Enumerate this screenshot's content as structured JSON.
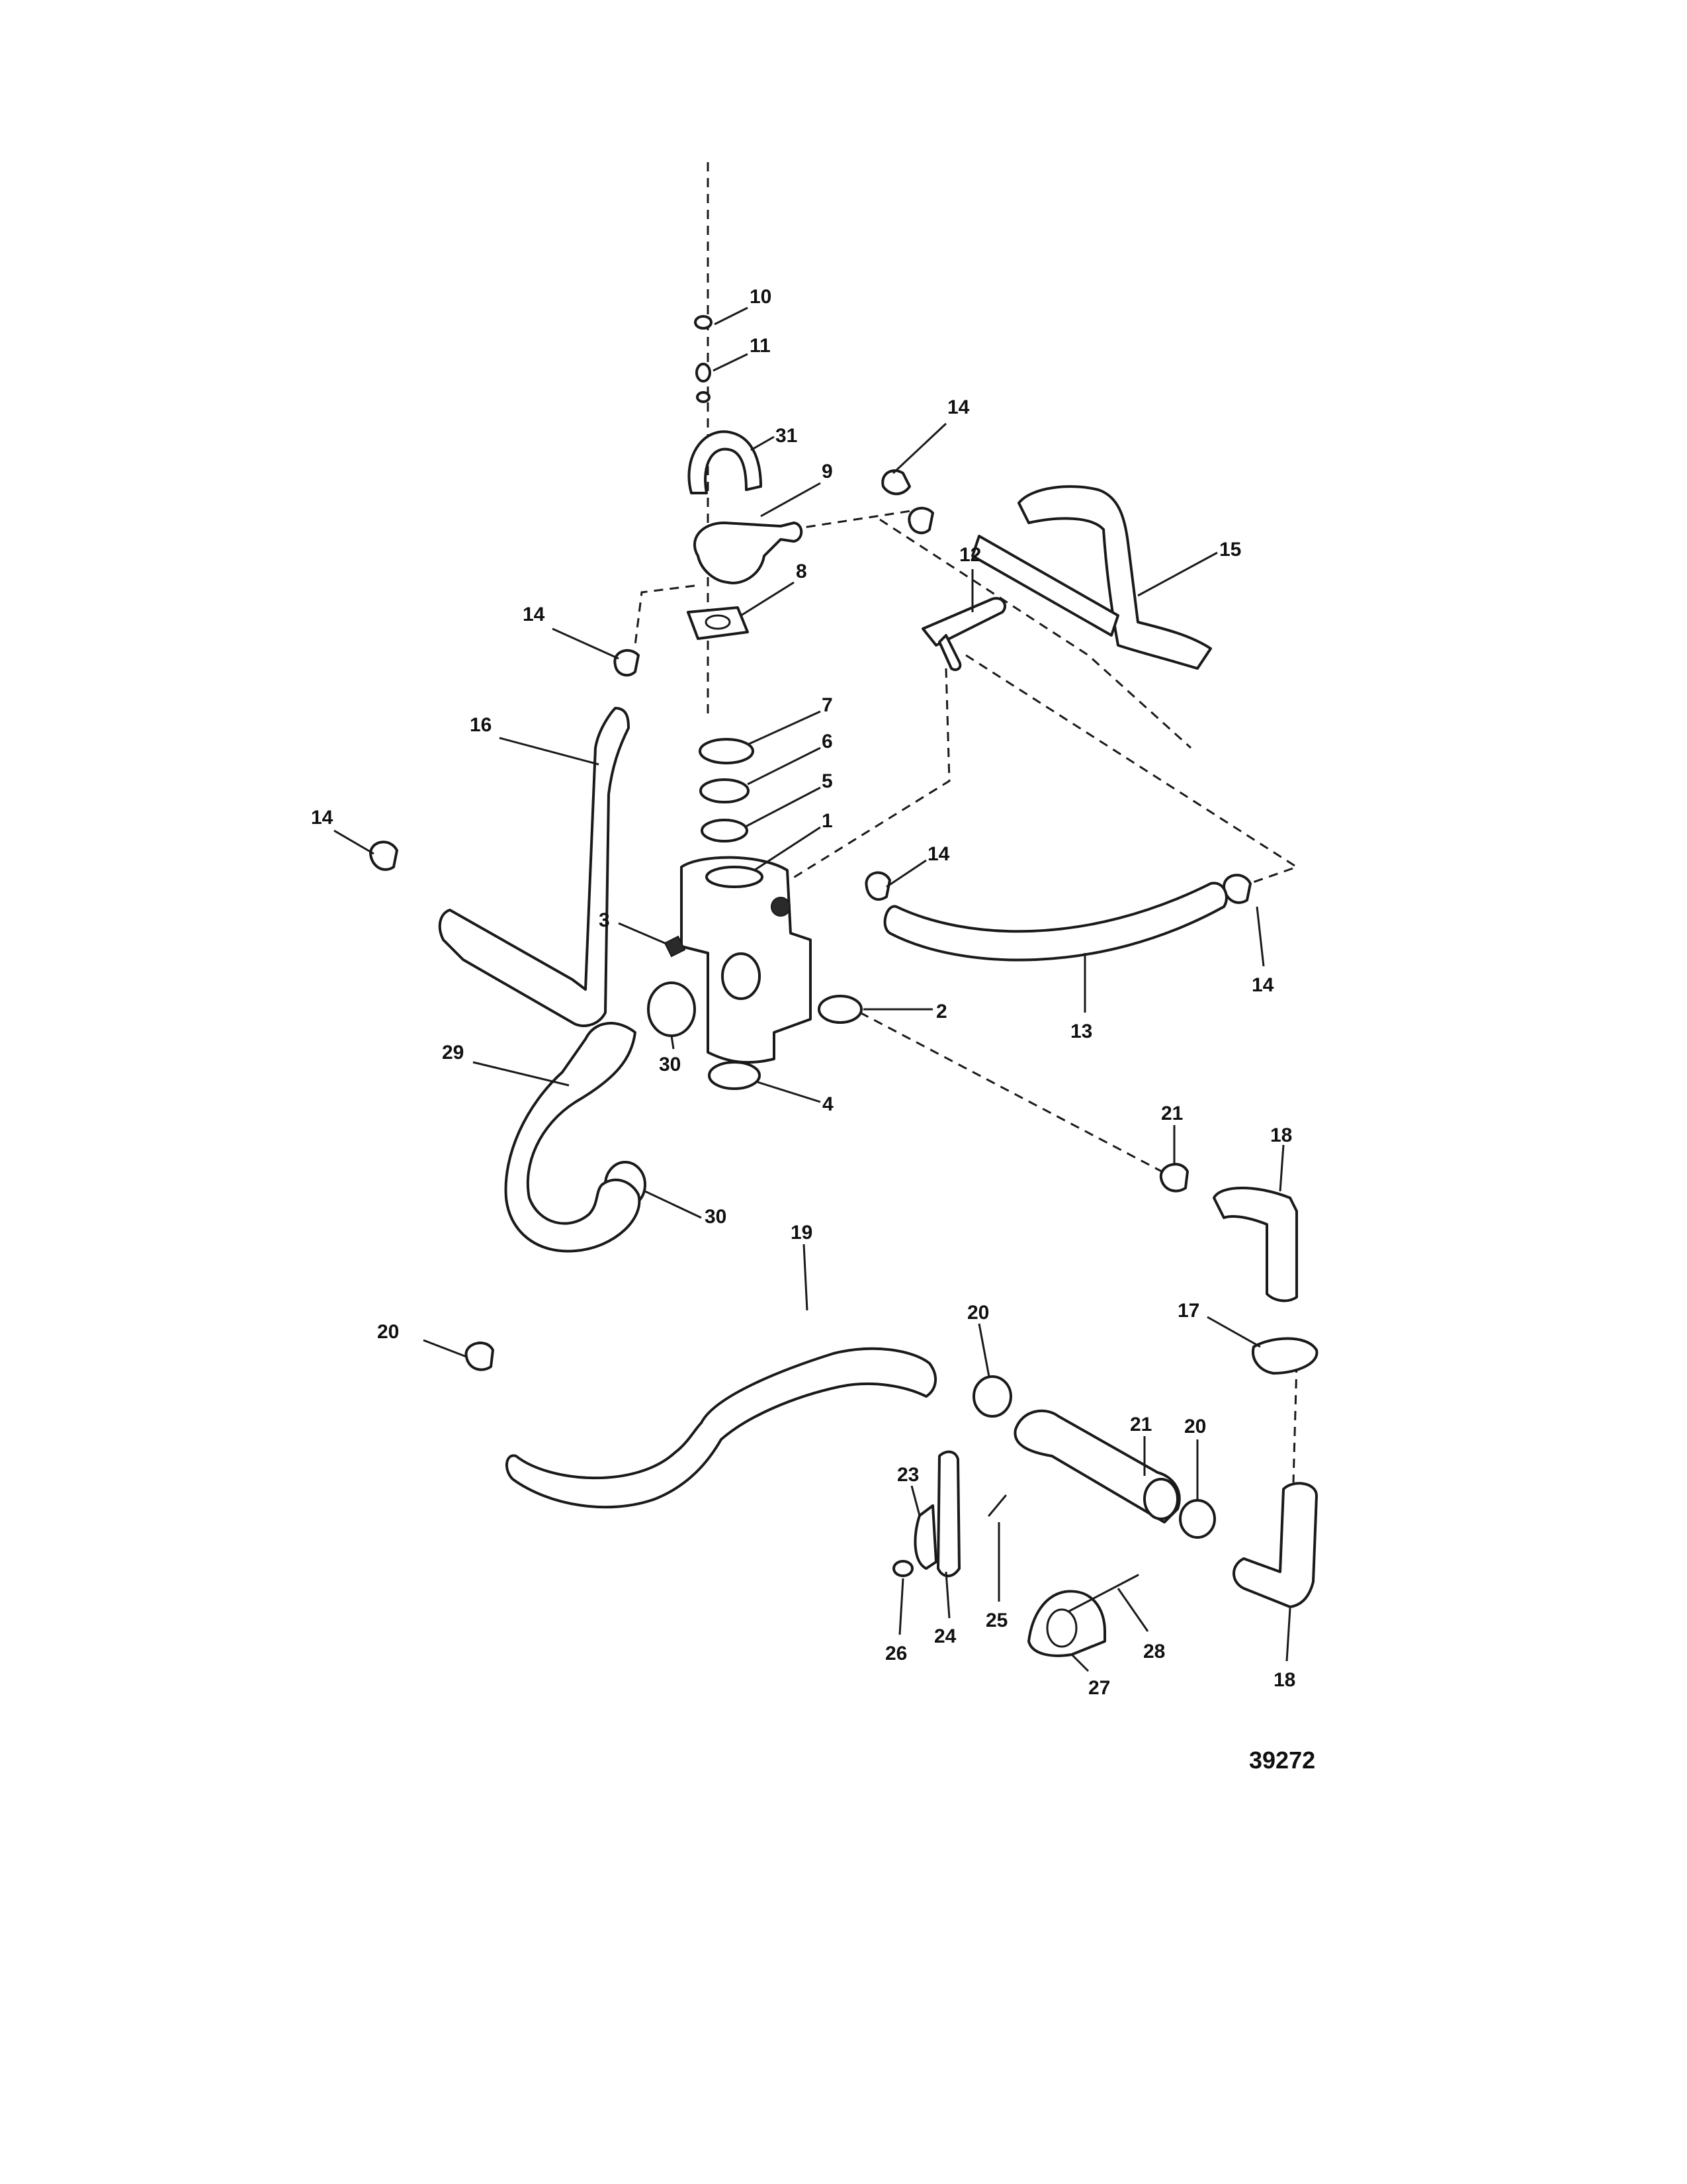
{
  "diagram": {
    "reference_number": "39272",
    "callouts": [
      "10",
      "11",
      "31",
      "9",
      "14",
      "8",
      "12",
      "15",
      "14",
      "16",
      "7",
      "6",
      "5",
      "1",
      "14",
      "14",
      "3",
      "2",
      "14",
      "13",
      "29",
      "30",
      "4",
      "30",
      "21",
      "18",
      "19",
      "17",
      "20",
      "20",
      "21",
      "20",
      "23",
      "25",
      "24",
      "26",
      "28",
      "27",
      "18"
    ]
  }
}
